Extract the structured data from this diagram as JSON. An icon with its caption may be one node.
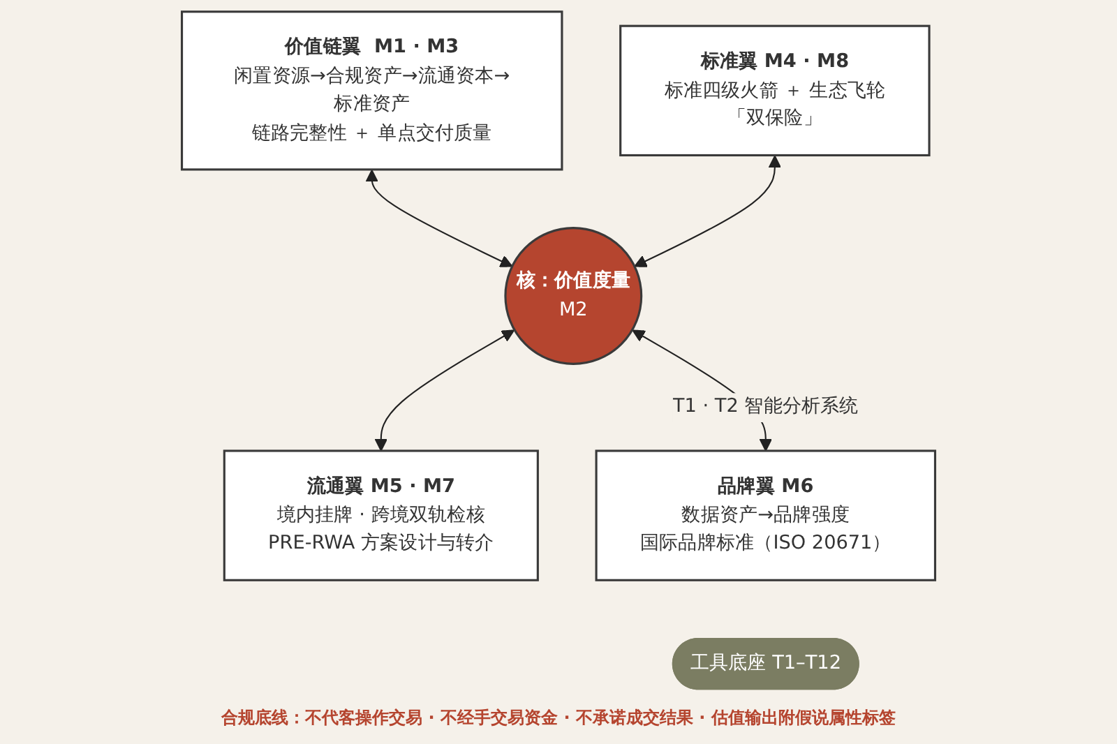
{
  "diagram": {
    "nodes": [
      {
        "text": [
          "价值链翼  M1 · M3",
          "闲置资源→合规资产→流通资本→标准资产",
          "链路完整性 ＋ 单点交付质量"
        ]
      },
      {
        "text": [
          "标准翼  M4 · M8",
          "标准四级火箭 ＋ 生态飞轮",
          "「双保险」"
        ]
      },
      {
        "text": [
          "核：价值度量",
          "M2"
        ]
      },
      {
        "text": [
          "流通翼  M5 · M7",
          "境内挂牌 · 跨境双轨检核",
          "PRE-RWA 方案设计与转介"
        ]
      },
      {
        "text": [
          "品牌翼  M6",
          "数据资产→品牌强度",
          "国际品牌标准（ISO 20671）"
        ]
      },
      {
        "text": [
          "工具底座  T1–T12"
        ]
      }
    ],
    "edges": [
      {
        "from": 0,
        "to": 2,
        "arrow": "both"
      },
      {
        "from": 1,
        "to": 2,
        "arrow": "both"
      },
      {
        "from": 2,
        "to": 3,
        "arrow": "both"
      },
      {
        "from": 2,
        "to": 4,
        "arrow": "both",
        "label": "T1 · T2 智能分析系统"
      }
    ],
    "labels": [
      "合规底线：不代客操作交易 · 不经手交易资金 · 不承诺成交结果 · 估值输出附假说属性标签"
    ]
  }
}
